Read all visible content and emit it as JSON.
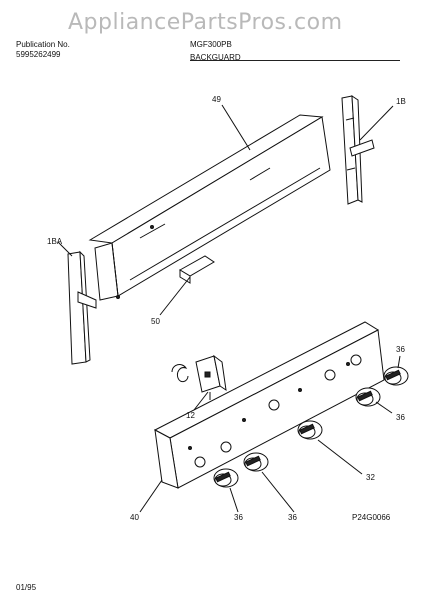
{
  "watermark": "AppliancePartsPros.com",
  "header": {
    "publication_label": "Publication No.",
    "publication_number": "5995262499",
    "model": "MGF300PB",
    "section": "BACKGUARD"
  },
  "callouts": {
    "c49": "49",
    "c1B": "1B",
    "c1BA": "1BA",
    "c50": "50",
    "c12": "12",
    "c40": "40",
    "c32": "32",
    "c36a": "36",
    "c36b": "36",
    "c36c": "36",
    "c36d": "36"
  },
  "figure_code": "P24G0066",
  "footer_date": "01/95"
}
